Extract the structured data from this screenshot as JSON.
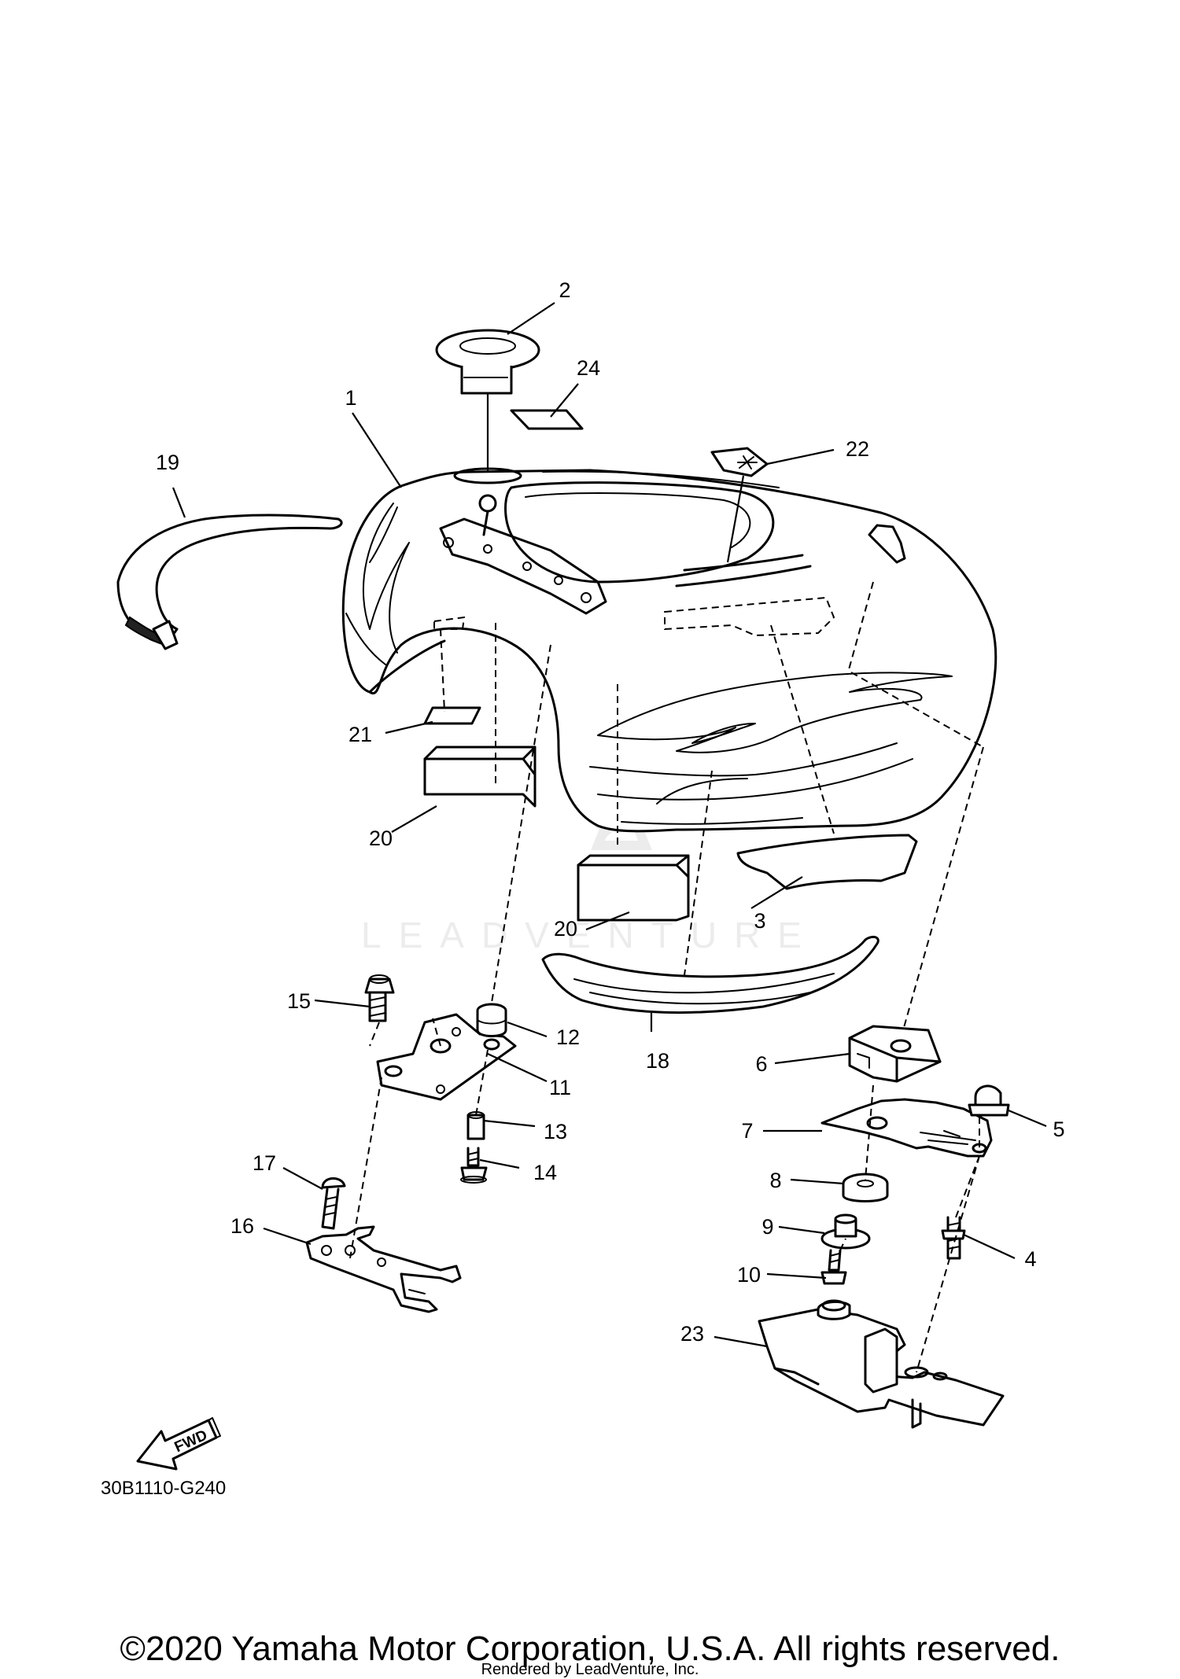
{
  "diagram": {
    "callouts": [
      "1",
      "2",
      "3",
      "4",
      "5",
      "6",
      "7",
      "8",
      "9",
      "10",
      "11",
      "12",
      "13",
      "14",
      "15",
      "16",
      "17",
      "18",
      "19",
      "20",
      "20",
      "21",
      "22",
      "23",
      "24"
    ],
    "fwd_label": "FWD",
    "diagram_code": "30B1110-G240",
    "watermark_text": "LEADVENTURE"
  },
  "footer": {
    "copyright": "©2020 Yamaha Motor Corporation, U.S.A. All rights reserved.",
    "rendered_by": "Rendered by LeadVenture, Inc."
  }
}
